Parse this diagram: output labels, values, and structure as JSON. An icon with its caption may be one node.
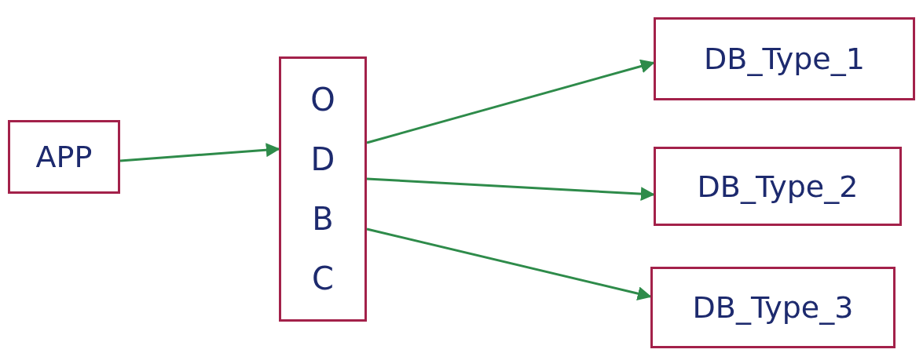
{
  "diagram": {
    "nodes": [
      {
        "text": [
          "APP"
        ]
      },
      {
        "text": [
          "ODBC"
        ]
      },
      {
        "text": [
          "DB_Type_1"
        ]
      },
      {
        "text": [
          "DB_Type_2"
        ]
      },
      {
        "text": [
          "DB_Type_3"
        ]
      }
    ],
    "edges": [
      {
        "from": 0,
        "to": 1,
        "arrow": "to"
      },
      {
        "from": 1,
        "to": 2,
        "arrow": "to"
      },
      {
        "from": 1,
        "to": 3,
        "arrow": "to"
      },
      {
        "from": 1,
        "to": 4,
        "arrow": "to"
      }
    ]
  }
}
